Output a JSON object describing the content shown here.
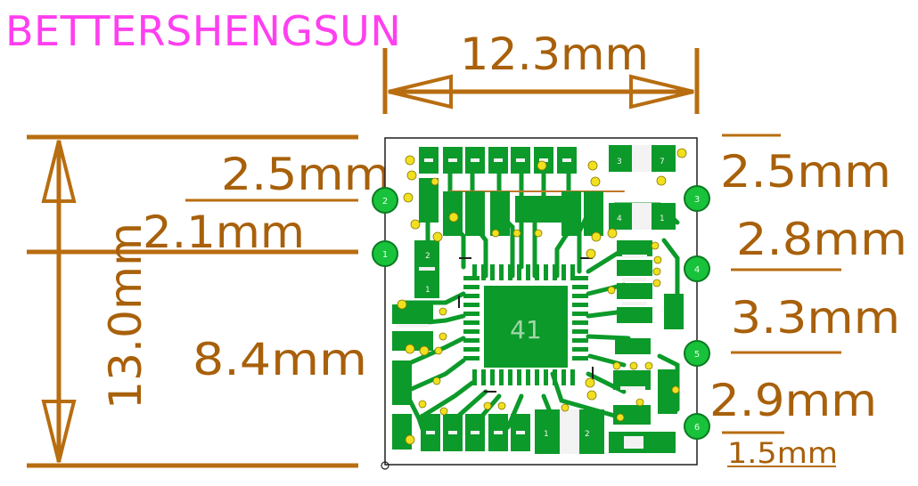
{
  "brand": "BETTERSHENGSUN",
  "colors": {
    "dimension": "#b86d10",
    "brand": "#ff3ff0",
    "board_green": "#0c9a2a",
    "pad_white": "#f3f3f3",
    "via_yellow": "#f0e020",
    "outline": "#1f1f1f"
  },
  "dimensions": {
    "width": "12.3mm",
    "height": "13.0mm",
    "left": [
      "2.5mm",
      "2.1mm",
      "8.4mm"
    ],
    "right": [
      "2.5mm",
      "2.8mm",
      "3.3mm",
      "2.9mm",
      "1.5mm"
    ]
  },
  "chip_label": "41",
  "pins": {
    "left": [
      "2",
      "1"
    ],
    "right": [
      "3",
      "4",
      "5",
      "6"
    ]
  },
  "silk": [
    "2",
    "1",
    "2",
    "3",
    "7",
    "4",
    "1",
    "1",
    "2"
  ]
}
